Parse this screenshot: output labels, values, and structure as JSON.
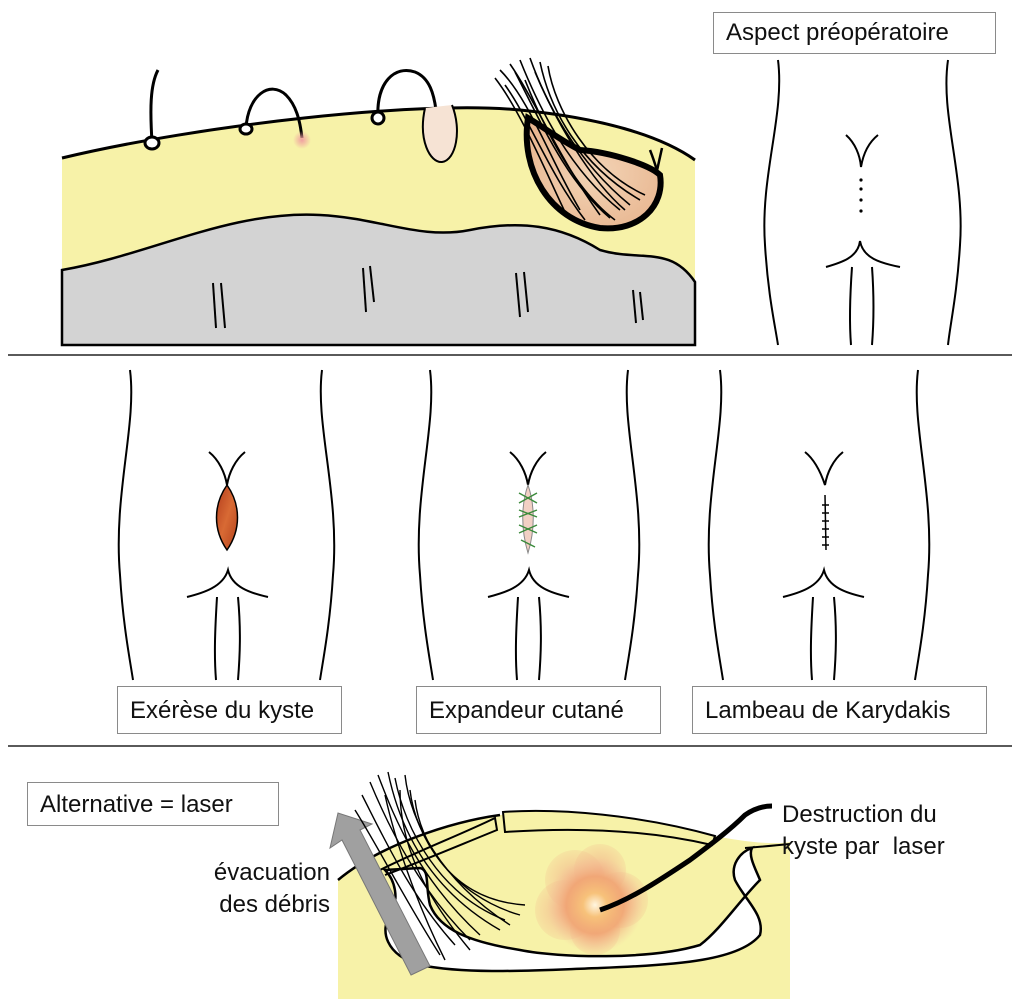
{
  "labels": {
    "preop": "Aspect préopératoire",
    "excision": "Exérèse du kyste",
    "expander": "Expandeur cutané",
    "karydakis": "Lambeau de Karydakis",
    "alternative": "Alternative = laser",
    "evacuation_line1": "évacuation",
    "evacuation_line2": "des débris",
    "destruction_line1": "Destruction du",
    "destruction_line2": "kyste par  laser"
  },
  "colors": {
    "fat": "#f7f2a8",
    "bone": "#d3d3d3",
    "cyst": "#f0cfb0",
    "wound": "#c8502a",
    "suture": "#3a8a3a",
    "arrow": "#a0a0a0",
    "laser": "#f4a06a"
  }
}
